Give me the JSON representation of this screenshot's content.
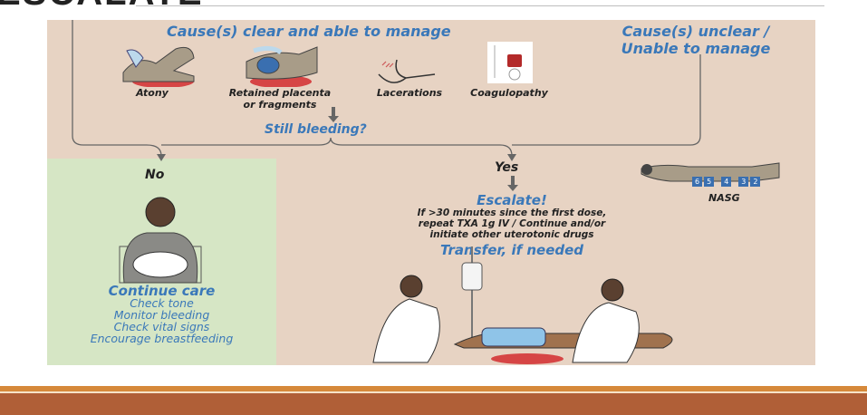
{
  "slide": {
    "title": "ESCALATE"
  },
  "flowchart": {
    "clear_heading": "Cause(s) clear and able to manage",
    "unclear_heading_line1": "Cause(s) unclear /",
    "unclear_heading_line2": "Unable to manage",
    "causes": [
      {
        "label": "Atony",
        "label2": ""
      },
      {
        "label": "Retained placenta",
        "label2": "or fragments"
      },
      {
        "label": "Lacerations",
        "label2": ""
      },
      {
        "label": "Coagulopathy",
        "label2": ""
      }
    ],
    "question": "Still bleeding?",
    "no_label": "No",
    "yes_label": "Yes",
    "continue_care": {
      "heading": "Continue care",
      "items": [
        "Check tone",
        "Monitor bleeding",
        "Check vital signs",
        "Encourage breastfeeding"
      ]
    },
    "escalate": {
      "heading": "Escalate!",
      "line1": "If >30 minutes since the first dose,",
      "line2": "repeat  TXA 1g IV / Continue and/or",
      "line3": "initiate other uterotonic drugs",
      "transfer": "Transfer, if needed"
    },
    "nasg": {
      "label": "NASG",
      "numbers": [
        "6",
        "5",
        "4",
        "3",
        "2"
      ]
    }
  },
  "colors": {
    "panel": "#e7d3c3",
    "green": "#d6e6c5",
    "blue_text": "#3a78b9",
    "orange": "#d6893a",
    "brown": "#b05f37"
  }
}
